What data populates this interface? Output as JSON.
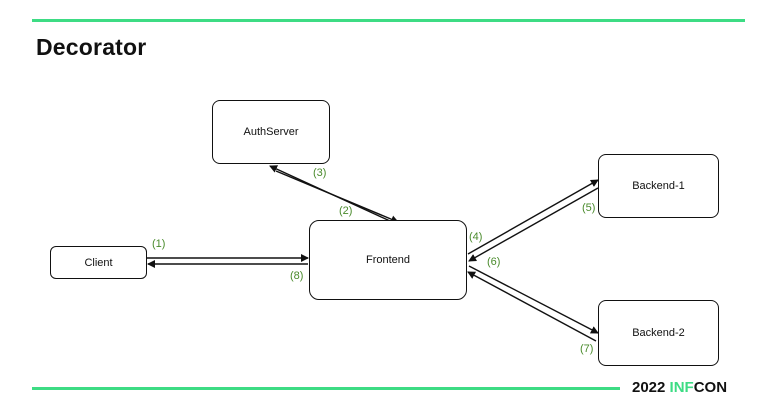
{
  "title": "Decorator",
  "nodes": {
    "auth": "AuthServer",
    "client": "Client",
    "frontend": "Frontend",
    "backend1": "Backend-1",
    "backend2": "Backend-2"
  },
  "steps": [
    "(1)",
    "(2)",
    "(3)",
    "(4)",
    "(5)",
    "(6)",
    "(7)",
    "(8)"
  ],
  "footer": {
    "year": "2022",
    "brand_accent": "INF",
    "brand_rest": "CON"
  },
  "colors": {
    "accent": "#3ddc84",
    "step_label": "#4a8b2c",
    "line": "#111111"
  }
}
